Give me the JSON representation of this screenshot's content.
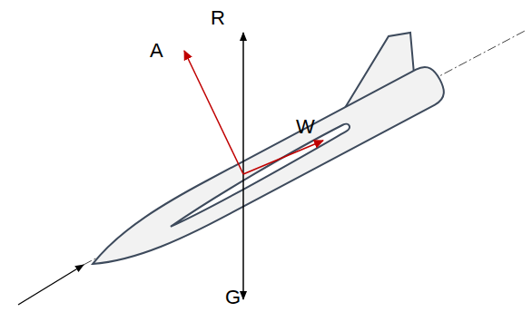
{
  "diagram": {
    "labels": [
      "A",
      "R",
      "W",
      "G"
    ]
  }
}
